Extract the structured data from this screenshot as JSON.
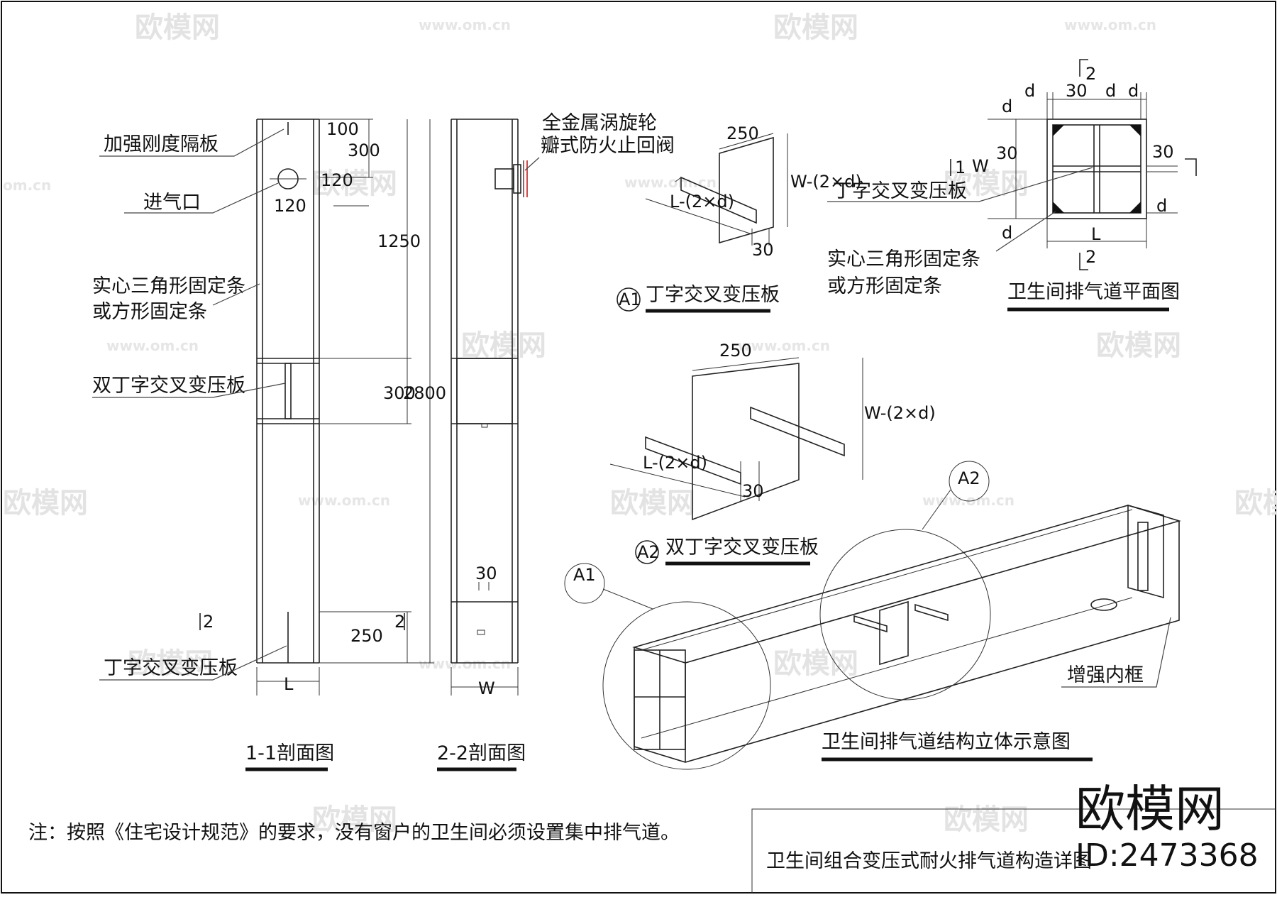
{
  "watermarks": {
    "brand": "欧模网",
    "url": "www.om.cn",
    "url_partial": "om.cn",
    "brand_partial": "欧模网"
  },
  "section_1_1": {
    "title": "1-1剖面图",
    "labels": {
      "stiffener": "加强刚度隔板",
      "inlet": "进气口",
      "fix_strip_line1": "实心三角形固定条",
      "fix_strip_line2": "或方形固定条",
      "double_t_plate": "双丁字交叉变压板",
      "t_plate": "丁字交叉变压板"
    },
    "dims": {
      "d100": "100",
      "d300": "300",
      "d120a": "120",
      "d120b": "120",
      "d1250": "1250",
      "d300b": "300",
      "d2800": "2800",
      "d250": "250",
      "width": "L"
    },
    "cut_mark": "2"
  },
  "section_2_2": {
    "title": "2-2剖面图",
    "labels": {
      "valve_line1": "全金属涡旋轮",
      "valve_line2": "瓣式防火止回阀"
    },
    "dims": {
      "d30": "30",
      "width": "W"
    },
    "cut_mark": "2"
  },
  "detail_a1": {
    "marker": "A1",
    "title": "丁字交叉变压板",
    "dims": {
      "d250": "250",
      "wd": "W-(2×d)",
      "ld": "L-(2×d)",
      "d30": "30"
    }
  },
  "detail_a2": {
    "marker": "A2",
    "title": "双丁字交叉变压板",
    "dims": {
      "d250": "250",
      "wd": "W-(2×d)",
      "ld": "L-(2×d)",
      "d30": "30"
    }
  },
  "plan": {
    "title": "卫生间排气道平面图",
    "labels": {
      "t_plate": "丁字交叉变压板",
      "fix_strip_line1": "实心三角形固定条",
      "fix_strip_line2": "或方形固定条"
    },
    "dims": {
      "d": "d",
      "d30": "30",
      "L": "L",
      "W": "W",
      "cut": "2",
      "cut1": "1"
    }
  },
  "iso": {
    "title": "卫生间排气道结构立体示意图",
    "labels": {
      "inner_frame": "增强内框",
      "a1": "A1",
      "a2": "A2"
    }
  },
  "note": "注：按照《住宅设计规范》的要求，没有窗户的卫生间必须设置集中排气道。",
  "title_block": {
    "drawing_title": "卫生间组合变压式耐火排气道构造详图",
    "brand": "欧模网",
    "id": "ID:2473368"
  }
}
